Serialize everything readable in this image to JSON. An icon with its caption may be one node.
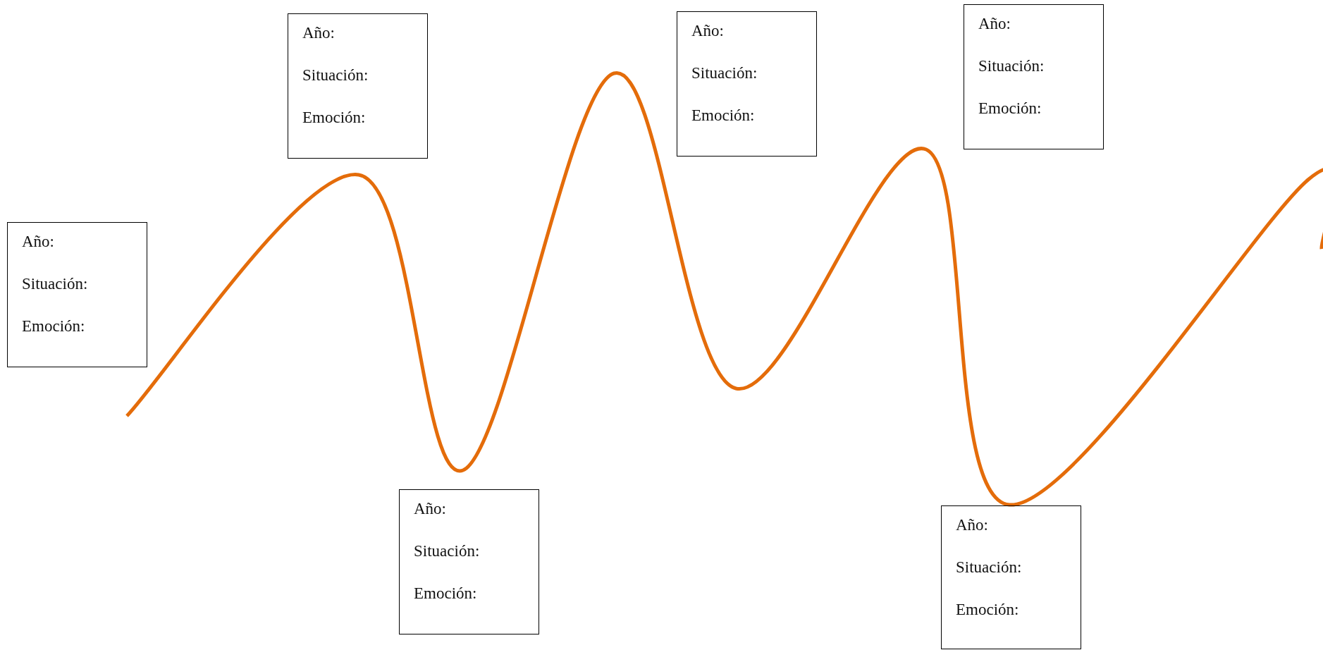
{
  "diagram": {
    "nodes": [
      {
        "text": [
          "Año:",
          "Situación:",
          "Emoción:"
        ]
      },
      {
        "text": [
          "Año:",
          "Situación:",
          "Emoción:"
        ]
      },
      {
        "text": [
          "Año:",
          "Situación:",
          "Emoción:"
        ]
      },
      {
        "text": [
          "Año:",
          "Situación:",
          "Emoción:"
        ]
      },
      {
        "text": [
          "Año:",
          "Situación:",
          "Emoción:"
        ]
      },
      {
        "text": [
          "Año:",
          "Situación:",
          "Emoción:"
        ]
      }
    ]
  }
}
